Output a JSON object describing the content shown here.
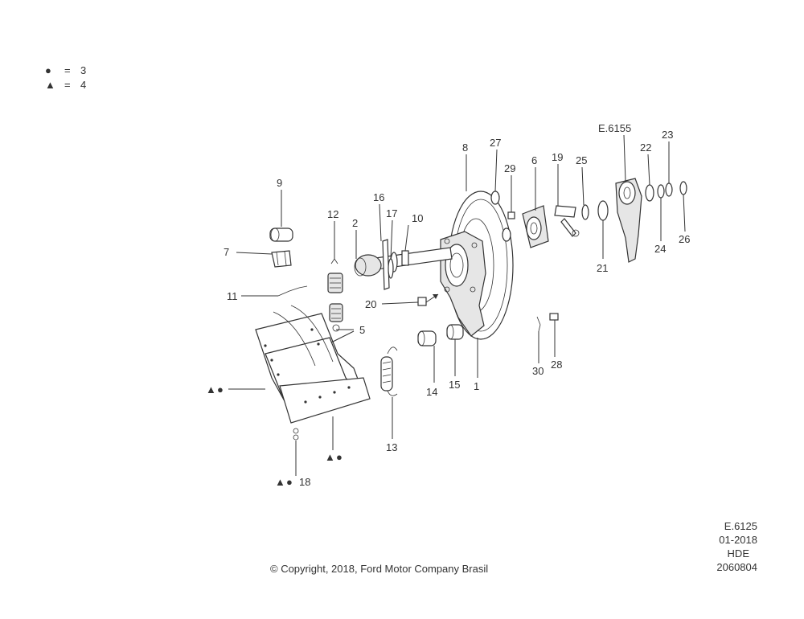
{
  "legend": {
    "circle_symbol": "●",
    "circle_equals": "=",
    "circle_value": "3",
    "triangle_symbol": "▲",
    "triangle_equals": "=",
    "triangle_value": "4"
  },
  "callouts": {
    "c1": "1",
    "c2": "2",
    "c5": "5",
    "c6": "6",
    "c7": "7",
    "c8": "8",
    "c9": "9",
    "c10": "10",
    "c11": "11",
    "c12": "12",
    "c13": "13",
    "c14": "14",
    "c15": "15",
    "c16": "16",
    "c17": "17",
    "c18": "18",
    "c19": "19",
    "c20": "20",
    "c21": "21",
    "c22": "22",
    "c23": "23",
    "c24": "24",
    "c25": "25",
    "c26": "26",
    "c27": "27",
    "c28": "28",
    "c29": "29",
    "c30": "30",
    "ref_e6155": "E.6155"
  },
  "symbols": {
    "triangle": "▲",
    "circle": "●"
  },
  "footer": {
    "copyright": "© Copyright, 2018, Ford Motor Company Brasil",
    "code": "E.6125",
    "date": "01-2018",
    "model": "HDE",
    "number": "2060804"
  }
}
